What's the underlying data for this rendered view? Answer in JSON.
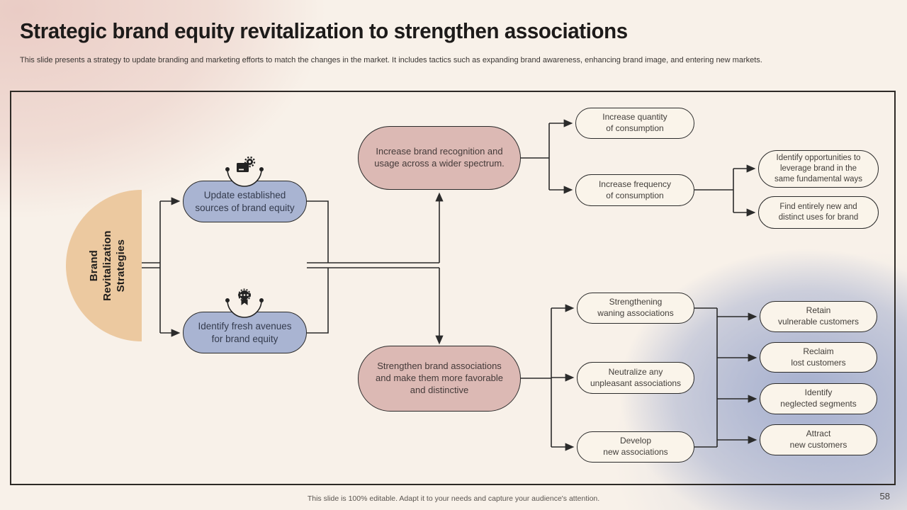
{
  "slide": {
    "title": "Strategic brand equity revitalization to strengthen associations",
    "subtitle": "This slide presents a strategy to update branding and marketing efforts to match the changes in the market. It includes tactics such as expanding brand awareness, enhancing brand image, and entering new markets.",
    "footer_note": "This slide is 100% editable. Adapt it to your needs and capture your audience's attention.",
    "page_number": "58"
  },
  "colors": {
    "hub_tan": "#ecc9a0",
    "blue_box": "#a9b4d2",
    "pink_box": "#dcb9b4",
    "box_cream": "#faf4ea",
    "line_dark": "#2b2b2b",
    "bg_cream": "#f8f1e9",
    "bg_pink_glow": "#eaccc5",
    "bg_blue_glow": "#a6b0cf"
  },
  "diagram": {
    "hub": {
      "label": "Brand\nRevitalization\nStrategies"
    },
    "strategies": [
      {
        "label": "Update established\nsources of brand equity",
        "icon": "document-gear-icon"
      },
      {
        "label": "Identify fresh avenues\nfor brand equity",
        "icon": "award-ribbon-icon"
      }
    ],
    "outcomes": [
      {
        "label": "Increase brand recognition and\nusage across a wider spectrum."
      },
      {
        "label": "Strengthen brand associations\nand make them more favorable\nand distinctive"
      }
    ],
    "consumption_tactics": [
      {
        "label": "Increase quantity\nof consumption"
      },
      {
        "label": "Increase frequency\nof consumption"
      }
    ],
    "leverage_tactics": [
      {
        "label": "Identify opportunities to\nleverage brand in the\nsame fundamental ways"
      },
      {
        "label": "Find entirely new and\ndistinct uses for brand"
      }
    ],
    "association_tactics": [
      {
        "label": "Strengthening\nwaning associations"
      },
      {
        "label": "Neutralize any\nunpleasant associations"
      },
      {
        "label": "Develop\nnew associations"
      }
    ],
    "customer_tactics": [
      {
        "label": "Retain\nvulnerable customers"
      },
      {
        "label": "Reclaim\nlost customers"
      },
      {
        "label": "Identify\nneglected segments"
      },
      {
        "label": "Attract\nnew customers"
      }
    ]
  }
}
